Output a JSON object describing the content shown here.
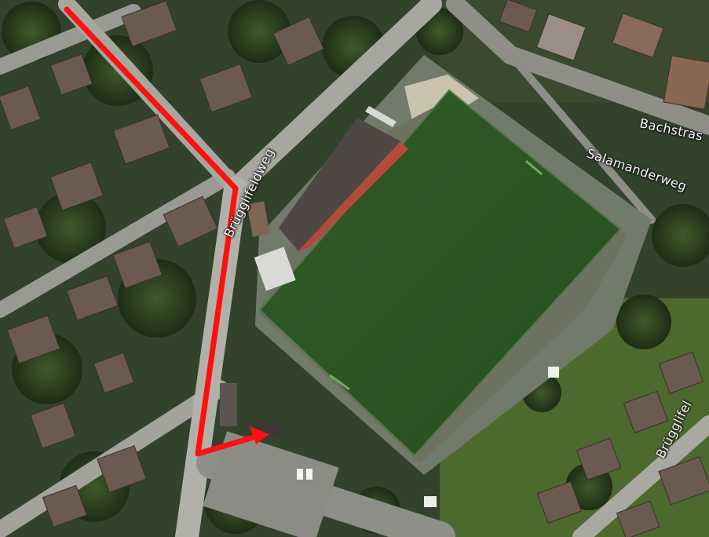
{
  "map": {
    "type": "satellite",
    "route_color": "#ff1010",
    "pitch_color": "#2f5a25",
    "street_labels": {
      "brugglifeldweg": "Brügglifeldweg",
      "bachstrasse": "Bachstras",
      "salamanderweg": "Salamanderweg",
      "brugglifeldweg_edge": "Brügglifel"
    },
    "route_marker": "arrow-icon"
  }
}
